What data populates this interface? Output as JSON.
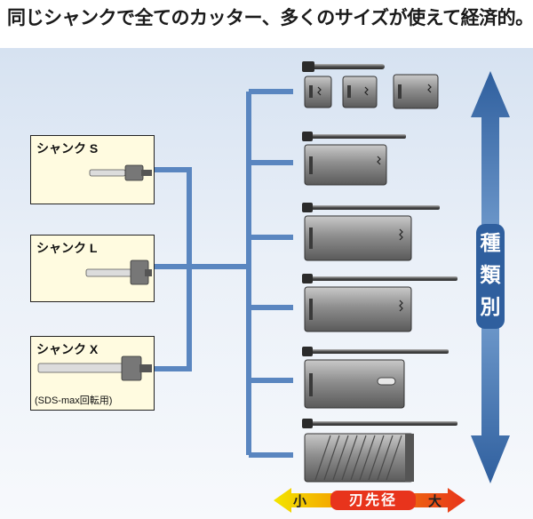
{
  "header": {
    "title": "同じシャンクで全てのカッター、多くのサイズが使えて経済的。"
  },
  "shanks": [
    {
      "label": "シャンク S",
      "note": ""
    },
    {
      "label": "シャンク L",
      "note": ""
    },
    {
      "label": "シャンク X",
      "note": "(SDS-max回転用)"
    }
  ],
  "right_arrow": {
    "chars": [
      "種",
      "類",
      "別"
    ],
    "color": "#3a6aa8"
  },
  "bottom_arrow": {
    "small": "小",
    "center": "刃先径",
    "large": "大"
  },
  "colors": {
    "tree_line": "#5a86c0",
    "bit_body": "#8c8c8c",
    "box_fill": "#fffbe0"
  }
}
